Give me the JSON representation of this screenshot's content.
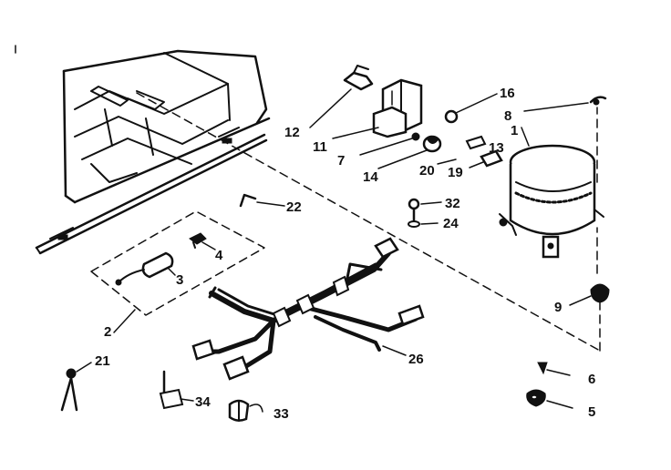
{
  "colors": {
    "ink": "#111111",
    "paper": "#ffffff"
  },
  "labels": {
    "p1": "1",
    "p2": "2",
    "p3": "3",
    "p4": "4",
    "p5": "5",
    "p6": "6",
    "p7": "7",
    "p8": "8",
    "p9": "9",
    "p11": "11",
    "p12": "12",
    "p13": "13",
    "p14": "14",
    "p16": "16",
    "p19": "19",
    "p20": "20",
    "p21": "21",
    "p22": "22",
    "p24": "24",
    "p26": "26",
    "p32": "32",
    "p33": "33",
    "p34": "34"
  }
}
